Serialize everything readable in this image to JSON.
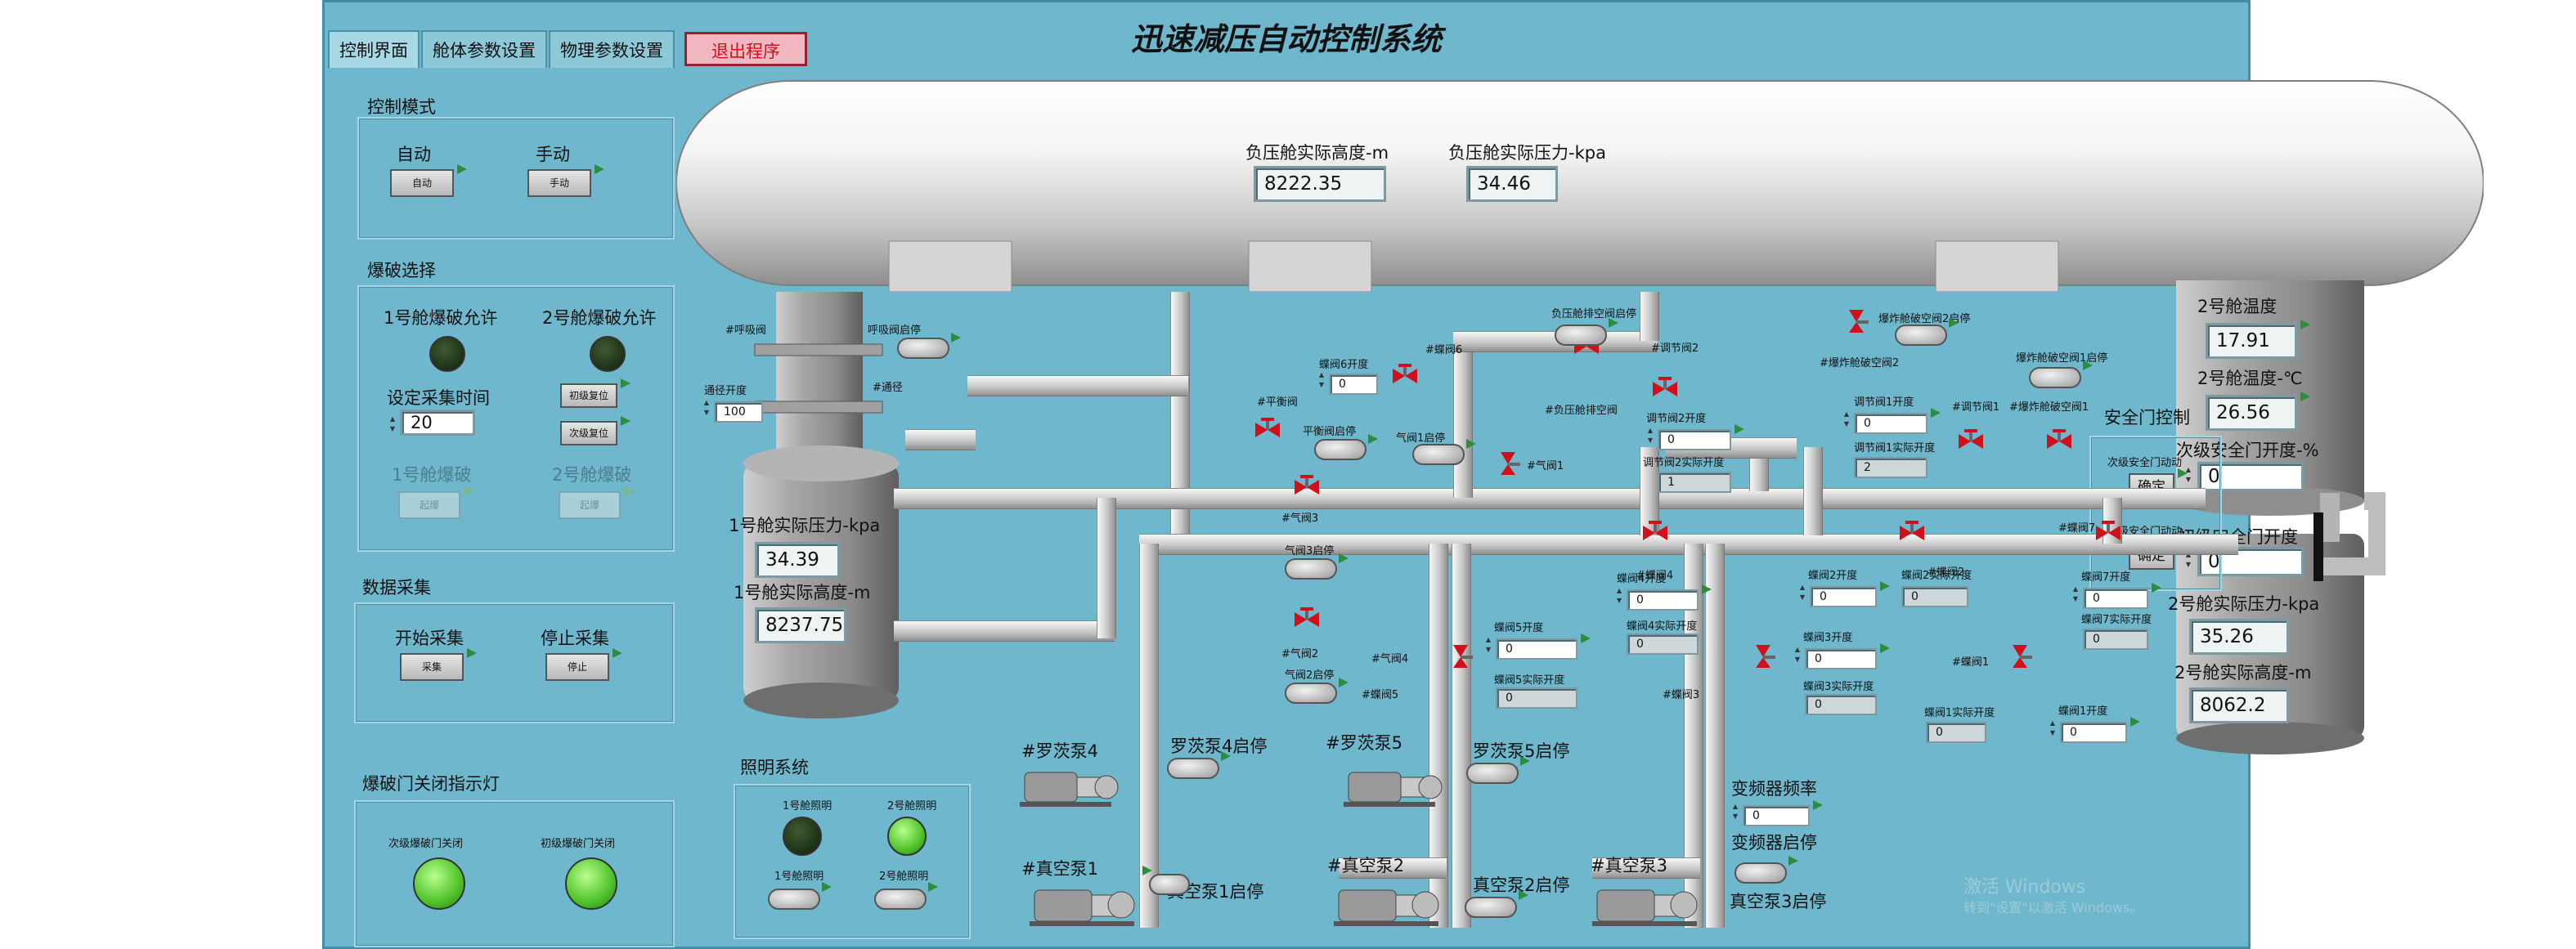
{
  "app": {
    "title": "迅速减压自动控制系统"
  },
  "tabs": [
    {
      "label": "控制界面"
    },
    {
      "label": "舱体参数设置"
    },
    {
      "label": "物理参数设置"
    }
  ],
  "exit_label": "退出程序",
  "control_mode": {
    "title": "控制模式",
    "auto_label": "自动",
    "auto_btn": "自动",
    "manual_label": "手动",
    "manual_btn": "手动"
  },
  "burst": {
    "title": "爆破选择",
    "cabin1_allow": "1号舱爆破允许",
    "cabin2_allow": "2号舱爆破允许",
    "collect_time_label": "设定采集时间",
    "collect_time_value": "20",
    "reset1": "初级复位",
    "reset2": "次级复位",
    "cabin1_burst": "1号舱爆破",
    "cabin2_burst": "2号舱爆破",
    "burst1_btn": "起爆",
    "burst2_btn": "起爆"
  },
  "data_collect": {
    "title": "数据采集",
    "start_label": "开始采集",
    "start_btn": "采集",
    "stop_label": "停止采集",
    "stop_btn": "停止"
  },
  "door_lights": {
    "title": "爆破门关闭指示灯",
    "secondary": "次级爆破门关闭",
    "primary": "初级爆破门关闭"
  },
  "lighting": {
    "title": "照明系统",
    "l1_lamp": "1号舱照明",
    "l2_lamp": "2号舱照明",
    "l1_switch": "1号舱照明",
    "l2_switch": "2号舱照明"
  },
  "main_tank": {
    "height_label": "负压舱实际高度-m",
    "height_value": "8222.35",
    "pressure_label": "负压舱实际压力-kpa",
    "pressure_value": "34.46"
  },
  "cabin1": {
    "pressure_label": "1号舱实际压力-kpa",
    "pressure_value": "34.39",
    "height_label": "1号舱实际高度-m",
    "height_value": "8237.75",
    "breather_label": "#呼吸阀",
    "breather_stop": "呼吸阀启停",
    "vent_label": "#通径",
    "open_label": "通径开度",
    "open_value": "100"
  },
  "cabin2": {
    "temp_label": "2号舱温度",
    "temp_value": "17.91",
    "temp2_label": "2号舱温度-℃",
    "temp2_value": "26.56",
    "sec_door_label": "次级安全门开度-%",
    "sec_door_value": "0",
    "pri_door_label": "初级安全门开度",
    "pri_door_value": "0",
    "pressure_label": "2号舱实际压力-kpa",
    "pressure_value": "35.26",
    "height_label": "2号舱实际高度-m",
    "height_value": "8062.2"
  },
  "safety_door": {
    "title": "安全门控制",
    "secondary_label": "次级安全门动动",
    "secondary_btn": "确定",
    "primary_label": "初级安全门动动",
    "primary_btn": "确定"
  },
  "valves": {
    "v6": "#蝶阀6",
    "v6_open": "蝶阀6开度",
    "v6_value": "0",
    "air_valve": "#平衡阀",
    "air_valve_stop": "平衡阀启停",
    "gas1_stop": "气阀1启停",
    "gas1": "#气阀1",
    "gas2": "#气阀2",
    "gas2_stop": "气阀2启停",
    "gas3": "#气阀3",
    "gas3_stop": "气阀3启停",
    "gas4": "#气阀4",
    "neg_air": "#负压舱排空阀",
    "neg_air_stop": "负压舱排空阀启停",
    "adj2": "#调节阀2",
    "adj2_open": "调节阀2开度",
    "adj2_value": "0",
    "adj2_real": "调节阀2实际开度",
    "adj2_real_value": "1",
    "top_valve": "#爆炸舱破空阀2",
    "top_valve_stop": "爆炸舱破空阀2启停",
    "top_valve2": "#爆炸舱破空阀2",
    "right_valve": "#爆炸舱破空阀1",
    "right_valve_stop": "爆炸舱破空阀1启停",
    "adj1": "#调节阀1",
    "adj1_open": "调节阀1开度",
    "adj1_value": "0",
    "adj1_real": "调节阀1实际开度",
    "adj1_real_value": "2",
    "bv4": "#蝶阀4",
    "bv4_open": "蝶阀4开度",
    "bv4_value": "0",
    "bv4_real": "蝶阀4实际开度",
    "bv4_real_value": "0",
    "bv2": "#蝶阀2",
    "bv2_open": "蝶阀2开度",
    "bv2_value": "0",
    "bv2_real": "蝶阀2实际开度",
    "bv2_real_value": "0",
    "bv7": "#蝶阀7",
    "bv7_open": "蝶阀7开度",
    "bv7_value": "0",
    "bv7_real": "蝶阀7实际开度",
    "bv7_real_value": "0",
    "bv5": "#蝶阀5",
    "bv5_open": "蝶阀5开度",
    "bv5_value": "0",
    "bv5_real": "蝶阀5实际开度",
    "bv5_real_value": "0",
    "bv3": "#蝶阀3",
    "bv3_open": "蝶阀3开度",
    "bv3_value": "0",
    "bv3_real": "蝶阀3实际开度",
    "bv3_real_value": "0",
    "bv1": "#蝶阀1",
    "bv1_open": "蝶阀1开度",
    "bv1_value": "0",
    "bv1_real": "蝶阀1实际开度",
    "bv1_real_value": "0"
  },
  "pumps": {
    "rp4": "#罗茨泵4",
    "rp4_stop": "罗茨泵4启停",
    "rp5": "#罗茨泵5",
    "rp5_stop": "罗茨泵5启停",
    "vp1": "#真空泵1",
    "vp1_stop": "真空泵1启停",
    "vp2": "#真空泵2",
    "vp2_stop": "真空泵2启停",
    "vp3": "#真空泵3",
    "vp3_stop": "真空泵3启停"
  },
  "vfd": {
    "freq_label": "变频器频率",
    "freq_value": "0",
    "stop_label": "变频器启停"
  },
  "watermark": {
    "line1": "激活 Windows",
    "line2": "转到\"设置\"以激活 Windows。"
  },
  "colors": {
    "panel": "#6fb7cc",
    "valve_red": "#d0101a",
    "led_green": "#5fd43a",
    "led_dark": "#1f3a18",
    "flag_green": "#2a8f3a"
  }
}
